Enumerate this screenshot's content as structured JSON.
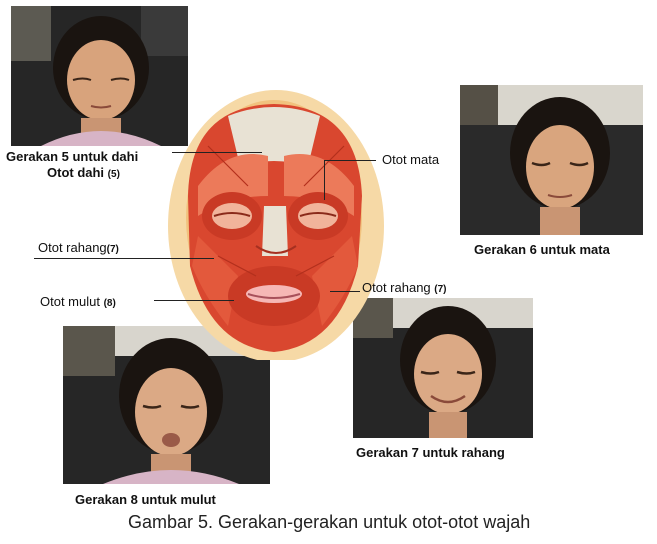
{
  "labels": {
    "gerakan5": "Gerakan 5 untuk dahi",
    "otot_dahi": "Otot dahi",
    "otot_dahi_num": "(5)",
    "otot_mata": "Otot mata",
    "otot_rahang_left": "Otot rahang",
    "otot_rahang_left_num": "(7)",
    "otot_mulut": "Otot mulut",
    "otot_mulut_num": "(8)",
    "otot_rahang_right": "Otot rahang",
    "otot_rahang_right_num": "(7)",
    "gerakan6": "Gerakan 6 untuk mata",
    "gerakan7": "Gerakan 7 untuk rahang",
    "gerakan8": "Gerakan 8 untuk mulut"
  },
  "figure_caption": "Gambar 5. Gerakan-gerakan untuk otot-otot wajah",
  "colors": {
    "muscle": "#d9472f",
    "muscle_light": "#ec7a5a",
    "skin_halo": "#f3c98a",
    "skull": "#e8e2d4",
    "photo_bg": "#1f1f1f",
    "skin": "#d9a57e",
    "hair": "#1a1410"
  }
}
